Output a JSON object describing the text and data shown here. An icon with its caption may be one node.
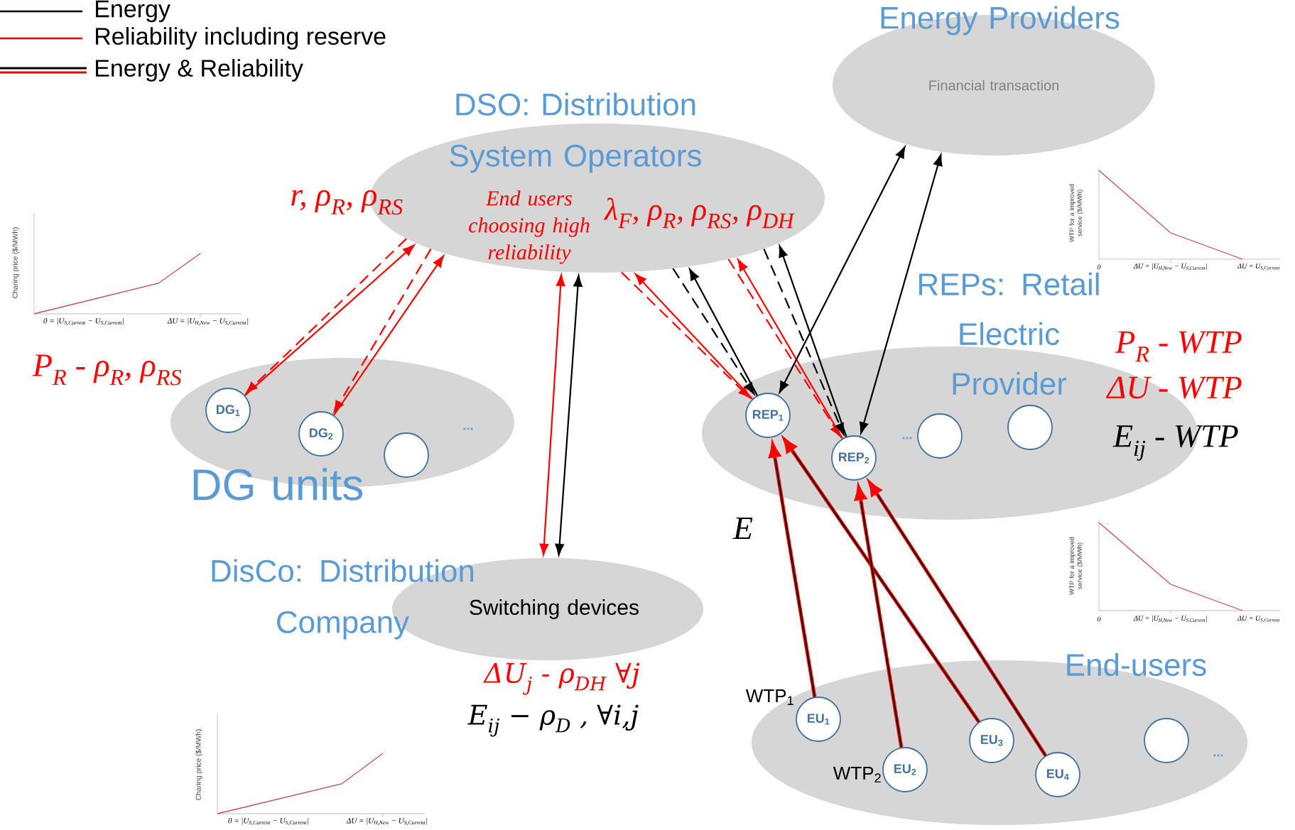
{
  "diagram": {
    "nodes": [
      {
        "text": [
          "Energy Providers",
          "Financial transaction"
        ]
      },
      {
        "text": [
          "DSO: Distribution System Operators",
          "End users choosing high reliability"
        ]
      },
      {
        "text": [
          "DG units"
        ]
      },
      {
        "text": [
          "DG$_{1}$"
        ],
        "in": 2
      },
      {
        "text": [
          "DG$_{2}$"
        ],
        "in": 2
      },
      {
        "text": [],
        "shape": "circle",
        "in": 2
      },
      {
        "text": [
          "REPs: Retail Electric Provider"
        ]
      },
      {
        "text": [
          "REP$_{1}$"
        ],
        "in": 6
      },
      {
        "text": [
          "REP$_{2}$"
        ],
        "in": 6
      },
      {
        "text": [],
        "shape": "circle",
        "in": 6
      },
      {
        "text": [],
        "shape": "circle",
        "in": 6
      },
      {
        "text": [
          "DisCo: Distribution Company",
          "Switching devices"
        ]
      },
      {
        "text": [
          "End-users"
        ]
      },
      {
        "text": [
          "EU$_{1}$"
        ],
        "in": 12,
        "beside": [
          "WTP$_{1}$"
        ]
      },
      {
        "text": [
          "EU$_{2}$"
        ],
        "in": 12,
        "beside": [
          "WTP$_{2}$"
        ]
      },
      {
        "text": [
          "EU$_{3}$"
        ],
        "in": 12
      },
      {
        "text": [
          "EU$_{4}$"
        ],
        "in": 12
      },
      {
        "text": [],
        "shape": "circle",
        "in": 12
      }
    ],
    "edges": [
      {
        "from": 1,
        "to": 3,
        "arrow": "to",
        "style": "dashed"
      },
      {
        "from": 3,
        "to": 1,
        "arrow": "to"
      },
      {
        "from": 1,
        "to": 4,
        "arrow": "to",
        "style": "dashed"
      },
      {
        "from": 4,
        "to": 1,
        "arrow": "to"
      },
      {
        "from": 1,
        "to": 11,
        "arrow": "both"
      },
      {
        "from": 1,
        "to": 11,
        "arrow": "both",
        "color": "#000000"
      },
      {
        "from": 1,
        "to": 7,
        "arrow": "to",
        "style": "dashed"
      },
      {
        "from": 7,
        "to": 1,
        "arrow": "to"
      },
      {
        "from": 1,
        "to": 7,
        "arrow": "to",
        "style": "dashed",
        "color": "#000000"
      },
      {
        "from": 7,
        "to": 1,
        "arrow": "to",
        "color": "#000000"
      },
      {
        "from": 1,
        "to": 8,
        "arrow": "to",
        "style": "dashed"
      },
      {
        "from": 8,
        "to": 1,
        "arrow": "to"
      },
      {
        "from": 1,
        "to": 8,
        "arrow": "to",
        "style": "dashed",
        "color": "#000000"
      },
      {
        "from": 8,
        "to": 1,
        "arrow": "to",
        "color": "#000000"
      },
      {
        "from": 0,
        "to": 7,
        "arrow": "both",
        "color": "#000000"
      },
      {
        "from": 0,
        "to": 8,
        "arrow": "both",
        "color": "#000000"
      },
      {
        "from": 13,
        "to": 7,
        "arrow": "to",
        "style": "thick"
      },
      {
        "from": 15,
        "to": 7,
        "arrow": "to",
        "style": "thick"
      },
      {
        "from": 14,
        "to": 8,
        "arrow": "to",
        "style": "thick"
      },
      {
        "from": 16,
        "to": 8,
        "arrow": "to",
        "style": "thick"
      }
    ],
    "labels": [
      "r, ρ$_{R}$, ρ$_{RS}$",
      "λ$_{F}$, ρ$_{R}$, ρ$_{RS}$, ρ$_{DH}$",
      "P$_{R}$ - ρ$_{R}$, ρ$_{RS}$",
      "P$_{R}$ - WTP",
      "ΔU - WTP",
      "E$_{ij}$ - WTP",
      "E",
      "ΔU$_{j}$ - ρ$_{DH}$  ∀j",
      "E$_{ij}$ − ρ$_{D}$ , ∀i,j",
      "...",
      "...",
      "...",
      "Charing price ($/MWh)",
      "0 = |U$_{S,Current}$ − U$_{S,Current}$|",
      "ΔU = |U$_{H,New}$ − U$_{S,Current}$|",
      "WTP for a improved service ($/MWh)",
      "0",
      "ΔU = |U$_{H,New}$ − U$_{S,Current}$|",
      "ΔU = U$_{S,Current}$",
      "WTP for a improved service ($/MWh)",
      "0",
      "ΔU = |U$_{H,New}$ − U$_{S,Current}$|",
      "ΔU = U$_{S,Current}$",
      "Charing price ($/MWh)",
      "0 = |U$_{S,Current}$ − U$_{S,Current}$|",
      "ΔU = |U$_{H,New}$ − U$_{S,Current}$|"
    ],
    "legend": [
      {
        "text": "Energy"
      },
      {
        "text": "Reliability including reserve"
      },
      {
        "text": "Energy & Reliability"
      }
    ]
  }
}
